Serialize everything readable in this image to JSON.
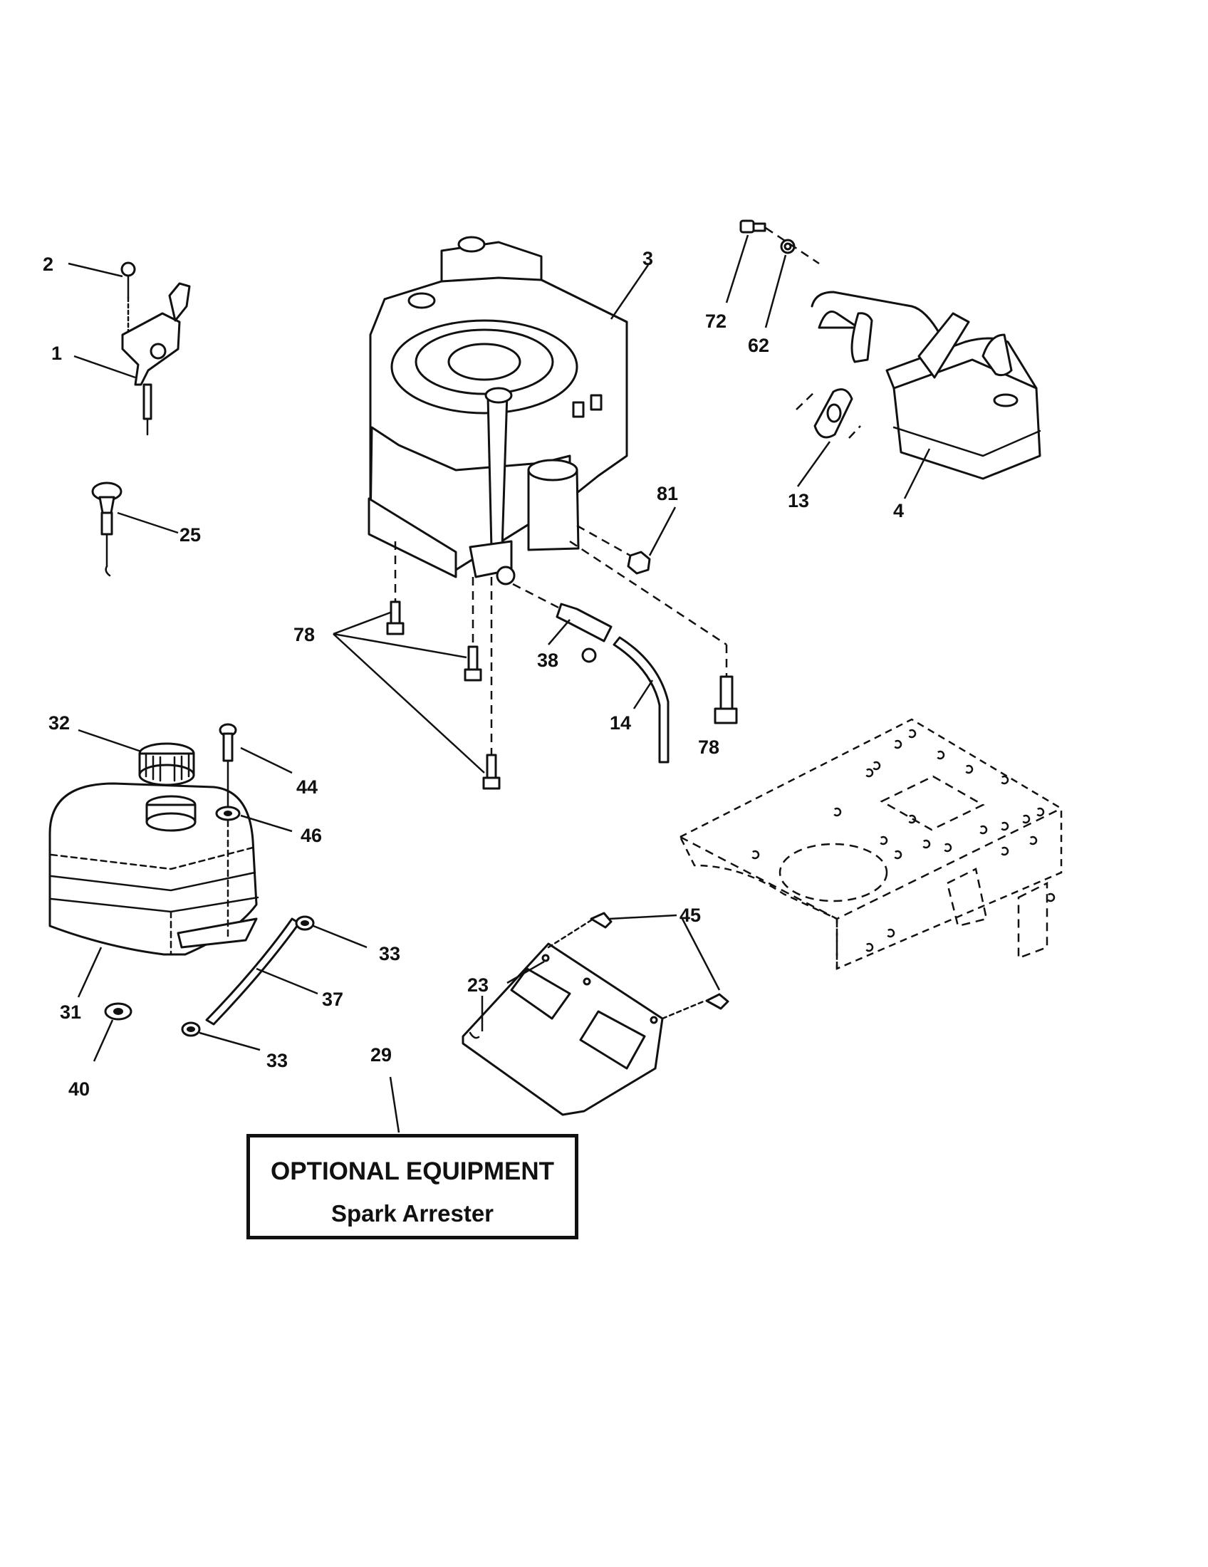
{
  "callouts": {
    "c1": "1",
    "c2": "2",
    "c3": "3",
    "c4": "4",
    "c13": "13",
    "c14": "14",
    "c23": "23",
    "c25": "25",
    "c29": "29",
    "c31": "31",
    "c32": "32",
    "c33a": "33",
    "c33b": "33",
    "c37": "37",
    "c38": "38",
    "c40": "40",
    "c44": "44",
    "c45": "45",
    "c46": "46",
    "c62": "62",
    "c72": "72",
    "c78a": "78",
    "c78b": "78",
    "c81": "81"
  },
  "optional_box": {
    "title": "OPTIONAL EQUIPMENT",
    "item": "Spark Arrester"
  }
}
